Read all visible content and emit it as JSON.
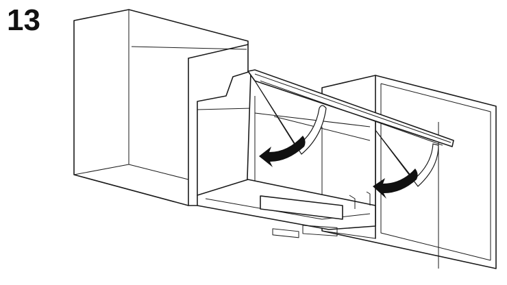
{
  "step": {
    "number": "13"
  },
  "illustration": {
    "parts": [
      "left-wall-cabinet",
      "right-wall-cabinet",
      "hinged-door",
      "extractor-hood",
      "control-panel"
    ],
    "arrows": [
      "left-rotation-arrow",
      "right-rotation-arrow"
    ],
    "stroke_color": "#1a1a1a",
    "fill_color": "#ffffff"
  }
}
